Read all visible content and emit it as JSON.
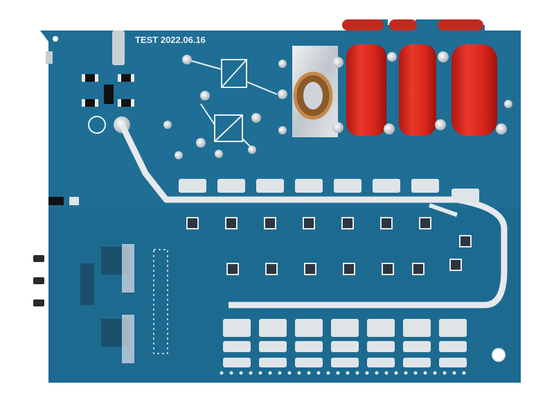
{
  "board": {
    "label": "TEST 2022.06.16",
    "colors": {
      "background": "#ffffff",
      "soldermask": "#1f6e95",
      "soldermask_dark": "#175a7c",
      "silkscreen": "#e9f1f5",
      "copper_trace": "#e6e9ec",
      "toroid_red": "#d8261c",
      "toroid_shadow": "#a9150f",
      "aluminium": "#cfd4d8"
    },
    "icons": [
      "pcb-board",
      "bridge-rectifier-symbol",
      "toroid-inductor",
      "mosfet-pad",
      "connector-pin"
    ]
  }
}
